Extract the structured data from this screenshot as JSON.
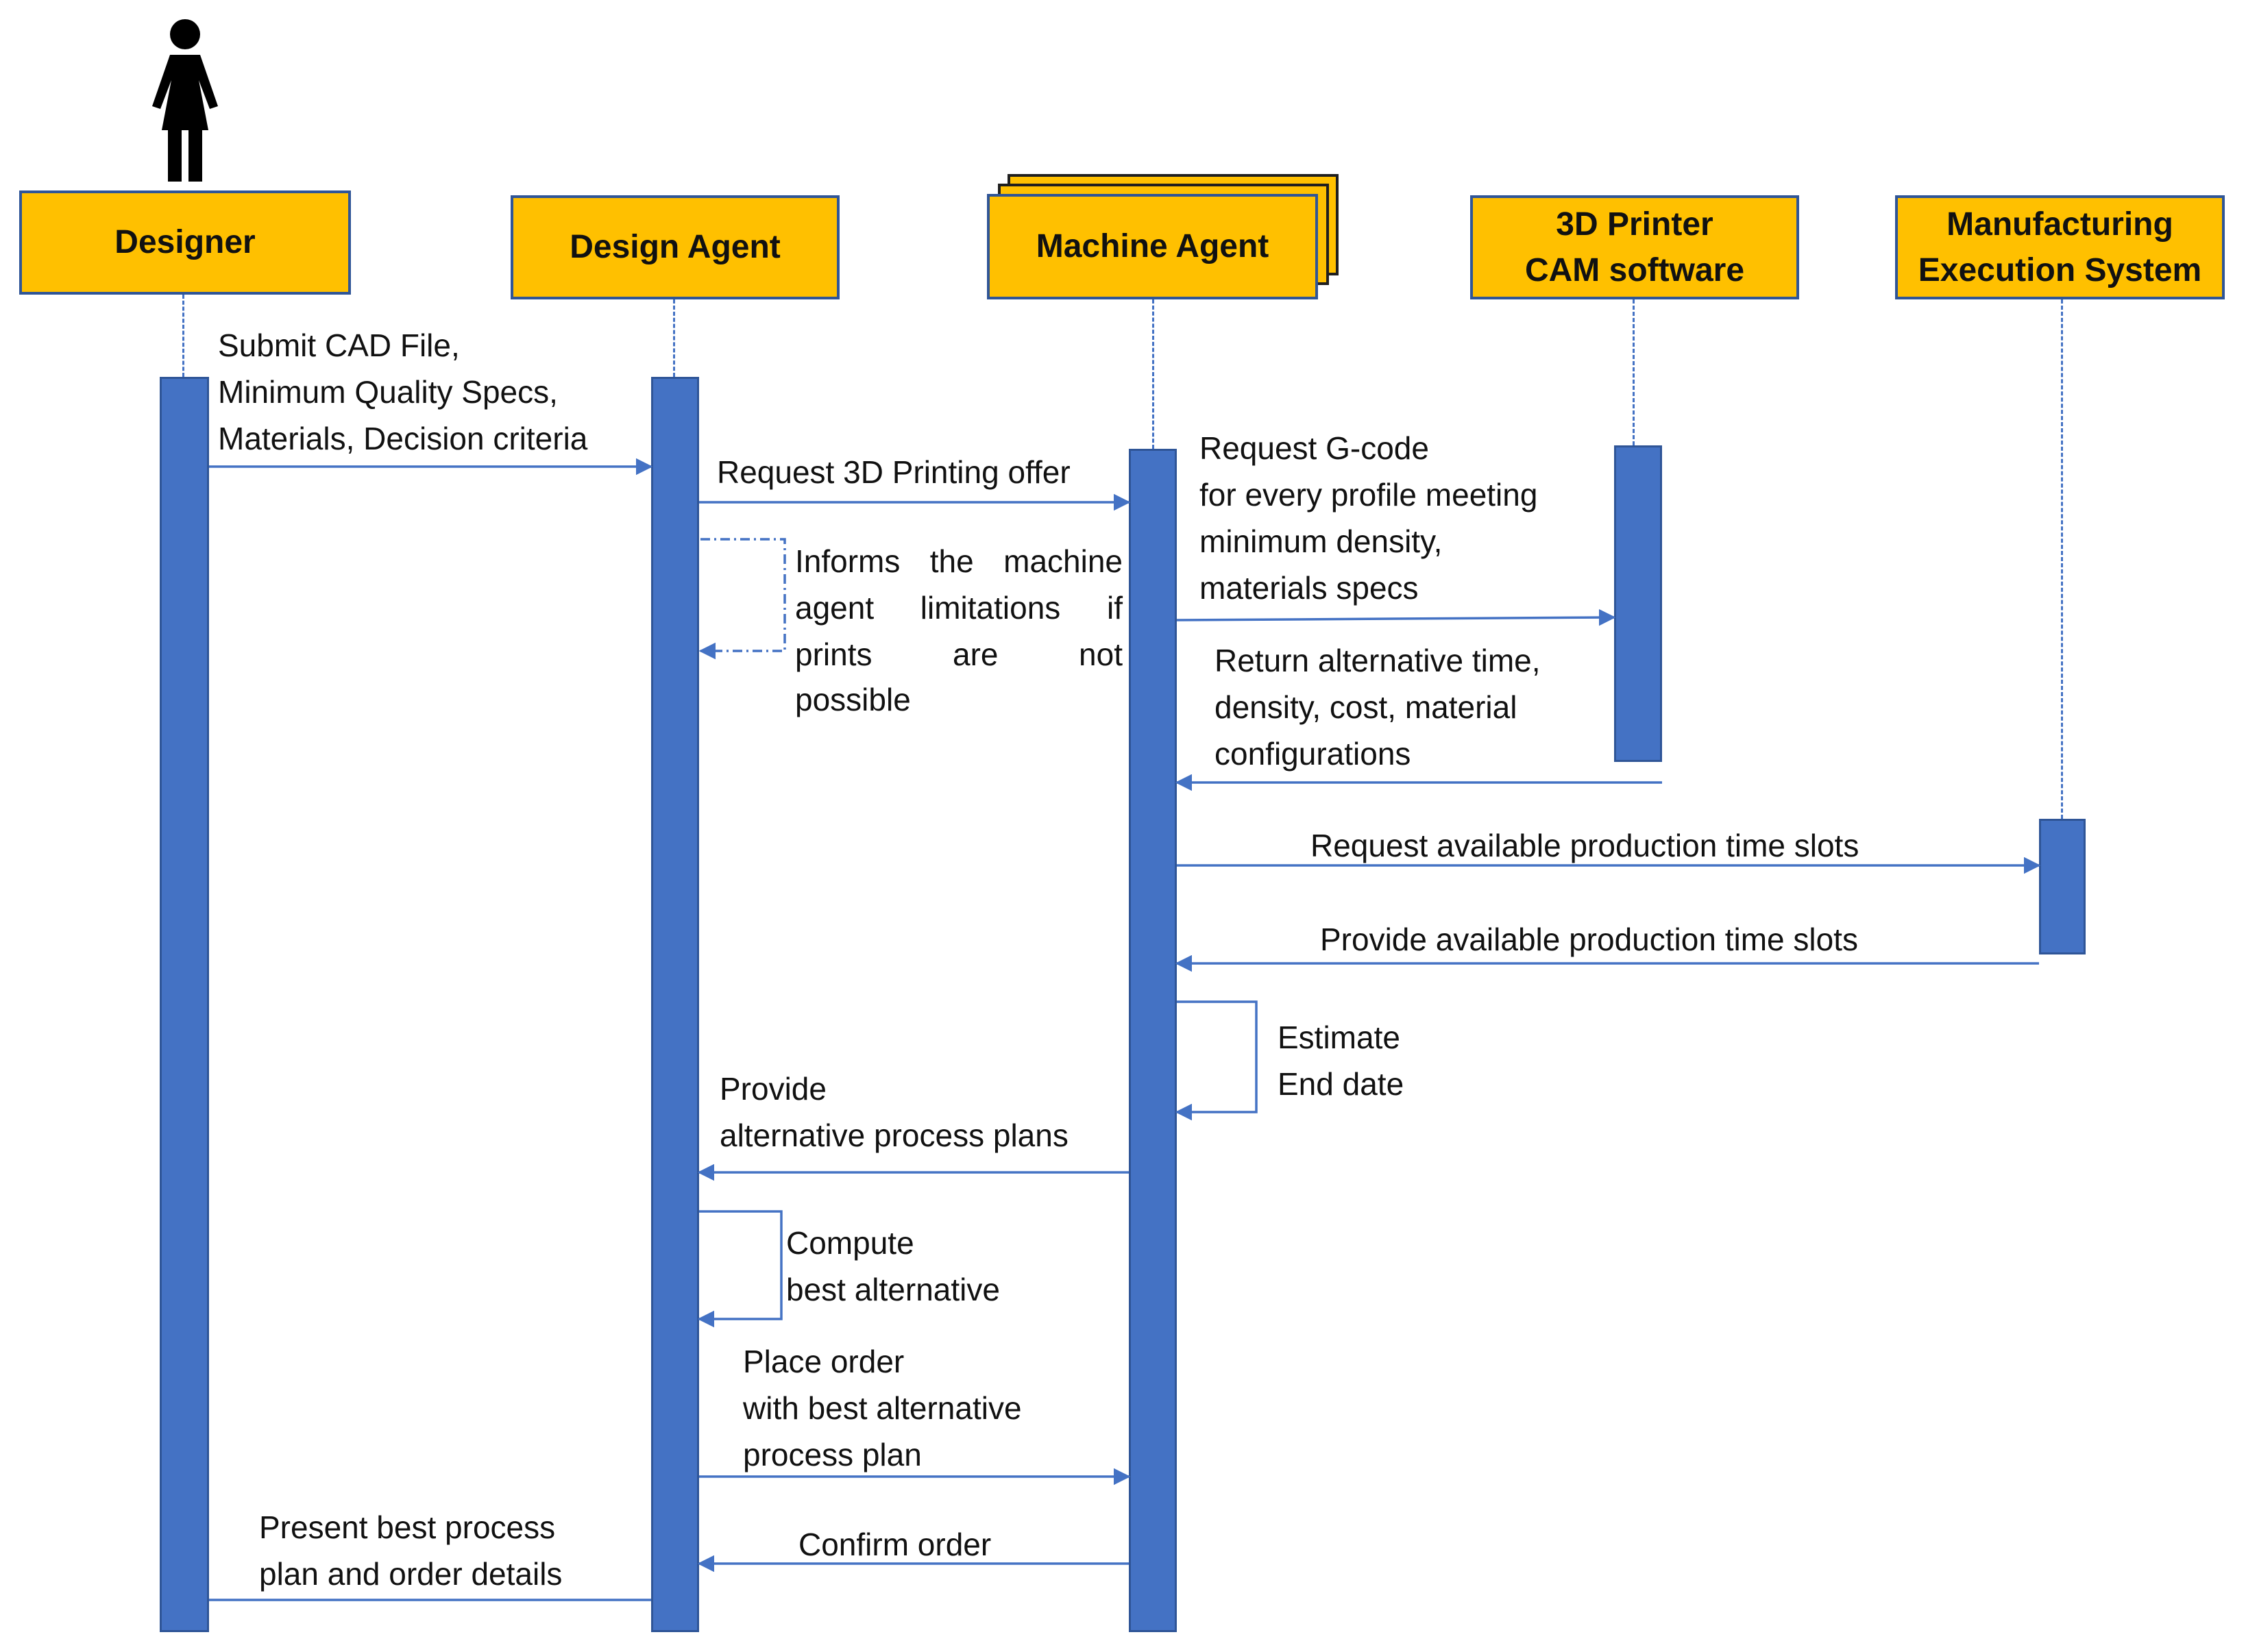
{
  "actors": {
    "designer": "Designer",
    "design_agent": "Design Agent",
    "machine_agent": "Machine Agent",
    "cam_software": "3D Printer\nCAM software",
    "mes": "Manufacturing\nExecution System"
  },
  "messages": {
    "submit_cad": "Submit CAD File,\nMinimum Quality Specs,\nMaterials, Decision criteria",
    "request_offer": "Request 3D Printing offer",
    "informs_limitations": "Informs the machine agent limitations if prints are not",
    "informs_limitations_tail": "possible",
    "request_gcode": "Request G-code\nfor every profile meeting\nminimum density,\nmaterials specs",
    "return_alternatives": "Return alternative time,\ndensity, cost, material\nconfigurations",
    "request_slots": "Request available production time slots",
    "provide_slots": "Provide available production time slots",
    "estimate_end_date": "Estimate\nEnd date",
    "provide_plans": "Provide\nalternative process plans",
    "compute_best": "Compute\nbest alternative",
    "place_order": "Place order\nwith best alternative\nprocess plan",
    "confirm_order": "Confirm order",
    "present_plan": "Present best process\nplan and order details"
  },
  "colors": {
    "actor_fill": "#FFC000",
    "actor_border": "#2F5597",
    "activation_bar": "#4472C4",
    "arrow": "#4472C4"
  }
}
